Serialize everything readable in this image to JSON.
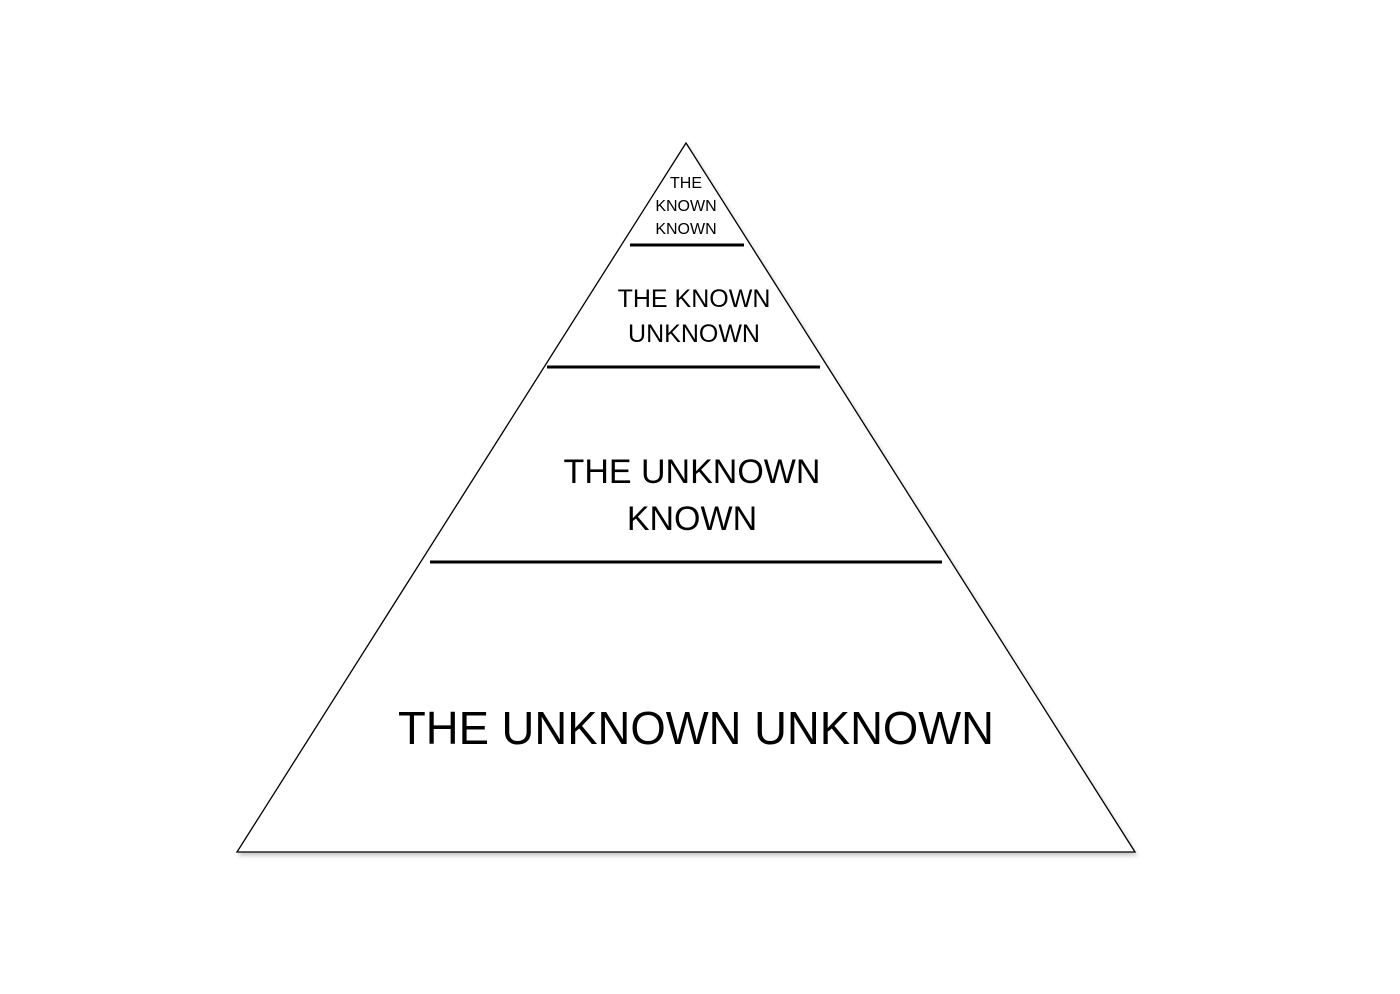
{
  "diagram": {
    "type": "pyramid",
    "levels": [
      {
        "id": "known-known",
        "lines": [
          "THE",
          "KNOWN",
          "KNOWN"
        ]
      },
      {
        "id": "known-unknown",
        "lines": [
          "THE KNOWN",
          "UNKNOWN"
        ]
      },
      {
        "id": "unknown-known",
        "lines": [
          "THE UNKNOWN",
          "KNOWN"
        ]
      },
      {
        "id": "unknown-unknown",
        "lines": [
          "THE UNKNOWN UNKNOWN"
        ]
      }
    ],
    "colors": {
      "background": "#ffffff",
      "outline": "#000000",
      "divider": "#000000",
      "text": "#000000"
    }
  }
}
